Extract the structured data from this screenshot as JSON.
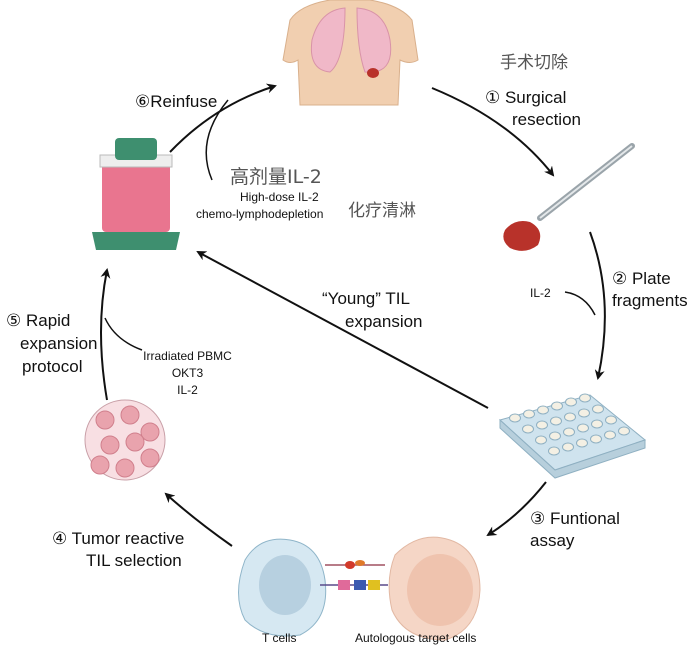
{
  "steps": {
    "step1": {
      "cn": "手术切除",
      "line1": "① Surgical",
      "line2": "resection"
    },
    "step2": {
      "line1": "② Plate",
      "line2": "fragments",
      "reagent": "IL-2"
    },
    "step3": {
      "line1": "③ Funtional",
      "line2": "assay"
    },
    "step4": {
      "line1": "④ Tumor reactive",
      "line2": "TIL selection"
    },
    "step5": {
      "line1": "⑤ Rapid",
      "line2": "expansion",
      "line3": "protocol",
      "reagents": [
        "Irradiated PBMC",
        "OKT3",
        "IL-2"
      ]
    },
    "step6": {
      "label": "⑥Reinfuse",
      "cn": "高剂量IL-2",
      "line1": "High-dose IL-2",
      "line2": "chemo-lymphodepletion",
      "cn2": "化疗清淋"
    }
  },
  "young_til": {
    "line1": "“Young” TIL",
    "line2": "expansion"
  },
  "cells": {
    "t_cells": "T cells",
    "target_cells": "Autologous target cells"
  },
  "colors": {
    "skin": "#f1cfb0",
    "lung": "#f0b8c8",
    "tumor": "#b8322a",
    "flask_pink": "#e9758f",
    "flask_green": "#3e8f6f",
    "plate": "#cfe3ee",
    "t_cell": "#d6e8f2",
    "target_cell": "#f5d6c6"
  }
}
